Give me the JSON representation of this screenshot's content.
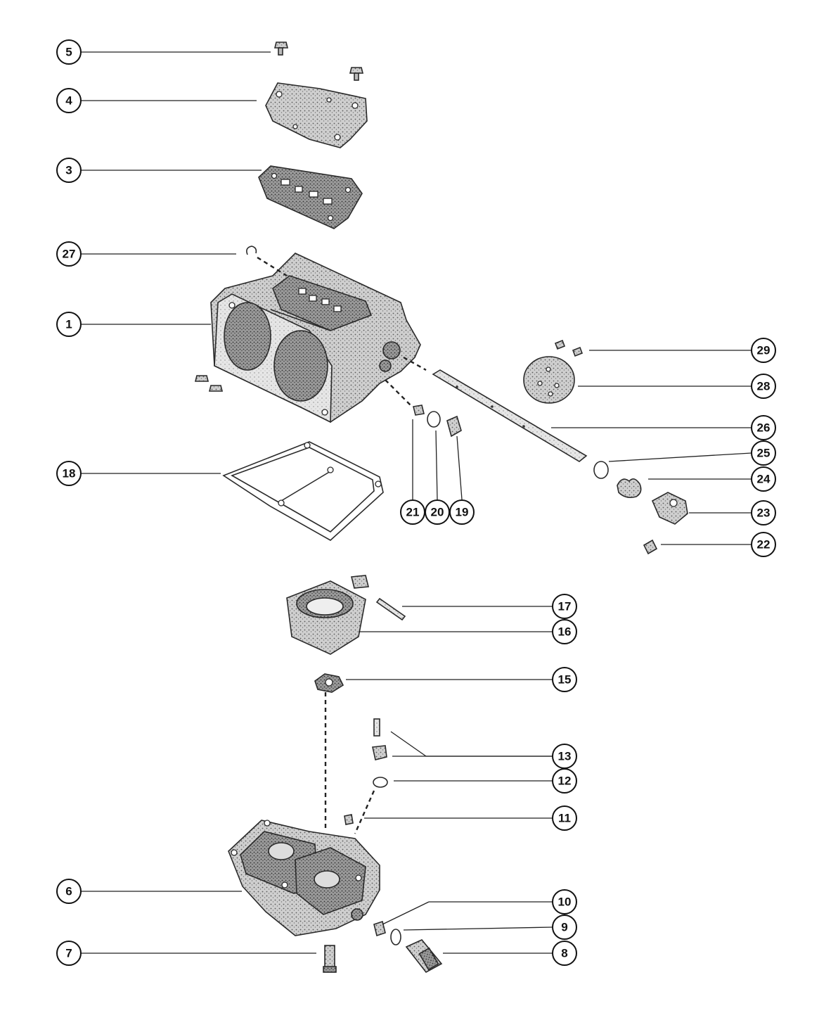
{
  "callouts": [
    {
      "id": "5"
    },
    {
      "id": "4"
    },
    {
      "id": "3"
    },
    {
      "id": "27"
    },
    {
      "id": "1"
    },
    {
      "id": "18"
    },
    {
      "id": "21"
    },
    {
      "id": "20"
    },
    {
      "id": "19"
    },
    {
      "id": "29"
    },
    {
      "id": "28"
    },
    {
      "id": "26"
    },
    {
      "id": "25"
    },
    {
      "id": "24"
    },
    {
      "id": "23"
    },
    {
      "id": "22"
    },
    {
      "id": "17"
    },
    {
      "id": "16"
    },
    {
      "id": "15"
    },
    {
      "id": "13"
    },
    {
      "id": "12"
    },
    {
      "id": "11"
    },
    {
      "id": "6"
    },
    {
      "id": "10"
    },
    {
      "id": "9"
    },
    {
      "id": "7"
    },
    {
      "id": "8"
    }
  ]
}
